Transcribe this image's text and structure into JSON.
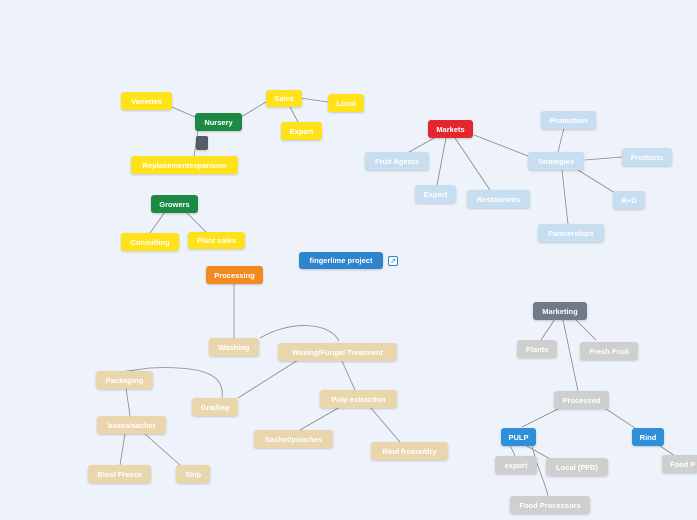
{
  "map_title": "fingerlime project",
  "icons": {
    "link": "link-icon",
    "note": "note-icon"
  },
  "nodes": {
    "varieties": "Varieties",
    "nursery": "Nursery",
    "sales": "Sales",
    "local": "Local",
    "export_nursery": "Export",
    "replacement": "Replacementexpansion",
    "growers": "Growers",
    "consulting": "Consulting",
    "plant_sales": "Plant sales",
    "markets": "Markets",
    "fruit_agents": "Fruit Agents",
    "export_markets": "Export",
    "restaurants": "Restaurants",
    "promotion": "Promotion",
    "strategies": "Strategies",
    "products": "Products",
    "rd": "R+D",
    "partnerships": "Partnerships",
    "processing": "Processing",
    "washing": "Washing",
    "waxing": "Waxing/Fungal Treatment",
    "packaging": "Packaging",
    "grading": "Grading",
    "pulp_extraction": "Pulp extraction",
    "boxes": "boxes/sachet",
    "sachet_pouches": "Sachet/pouches",
    "rind_freeze": "Rind freeze/dry",
    "blast_freeze": "Blast Freeze",
    "ship": "Ship",
    "marketing": "Marketing",
    "plants": "Plants",
    "fresh_fruit": "Fresh Fruit",
    "processed": "Processed",
    "pulp": "PULP",
    "rind": "Rind",
    "export_pulp": "export",
    "local_pfd": "Local (PFD)",
    "food_processors": "Food Processors",
    "food_p": "Food P"
  }
}
